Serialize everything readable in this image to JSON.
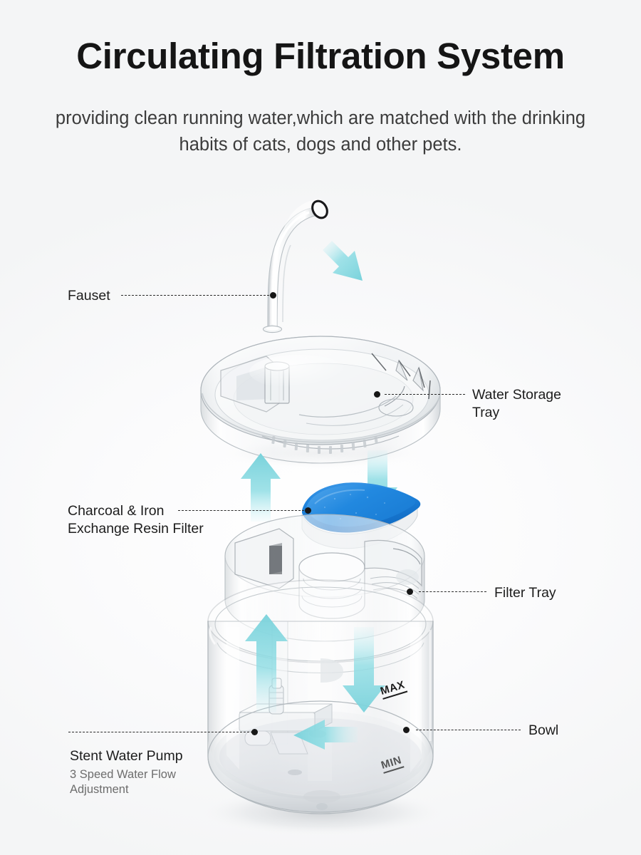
{
  "header": {
    "title": "Circulating Filtration System",
    "subtitle": "providing clean running water,which are matched with the drinking habits of cats, dogs and other pets."
  },
  "diagram": {
    "product": "pet water fountain exploded view",
    "callouts": [
      {
        "id": "fauset",
        "label": "Fauset",
        "side": "left"
      },
      {
        "id": "water-storage-tray",
        "label": "Water Storage\nTray",
        "side": "right"
      },
      {
        "id": "filter",
        "label": "Charcoal & Iron\nExchange Resin Filter",
        "side": "left"
      },
      {
        "id": "filter-tray",
        "label": "Filter Tray",
        "side": "right"
      },
      {
        "id": "bowl",
        "label": "Bowl",
        "side": "right"
      },
      {
        "id": "pump",
        "label": "Stent Water Pump",
        "side": "left",
        "sublabel": "3 Speed Water Flow\nAdjustment"
      }
    ],
    "labels": {
      "fauset": "Fauset",
      "water_storage_tray_line1": "Water Storage",
      "water_storage_tray_line2": "Tray",
      "filter_line1": "Charcoal & Iron",
      "filter_line2": "Exchange Resin Filter",
      "filter_tray": "Filter Tray",
      "bowl": "Bowl",
      "pump": "Stent Water Pump",
      "pump_sub_line1": "3 Speed Water Flow",
      "pump_sub_line2": "Adjustment"
    },
    "gauge_marks": {
      "max": "MAX",
      "min": "MIN"
    },
    "flow_arrows": [
      {
        "name": "spout-outflow-arrow",
        "direction": "down-right"
      },
      {
        "name": "tray-inflow-arrow",
        "direction": "up"
      },
      {
        "name": "filter-down-arrow",
        "direction": "down"
      },
      {
        "name": "bowl-riser-arrow",
        "direction": "up"
      },
      {
        "name": "bowl-return-arrow",
        "direction": "down"
      },
      {
        "name": "pump-intake-arrow",
        "direction": "left"
      }
    ]
  },
  "colors": {
    "background": "#f4f5f6",
    "title": "#151515",
    "subtitle": "#3b3b3b",
    "label": "#1d1d1d",
    "sublabel": "#6d6d6d",
    "leader_line": "#2a2a2a",
    "arrow_cyan": "#7fd5dd",
    "filter_blue": "#1878d8",
    "filter_blue_light": "#3d97e6",
    "glass": "#e9ecee"
  }
}
